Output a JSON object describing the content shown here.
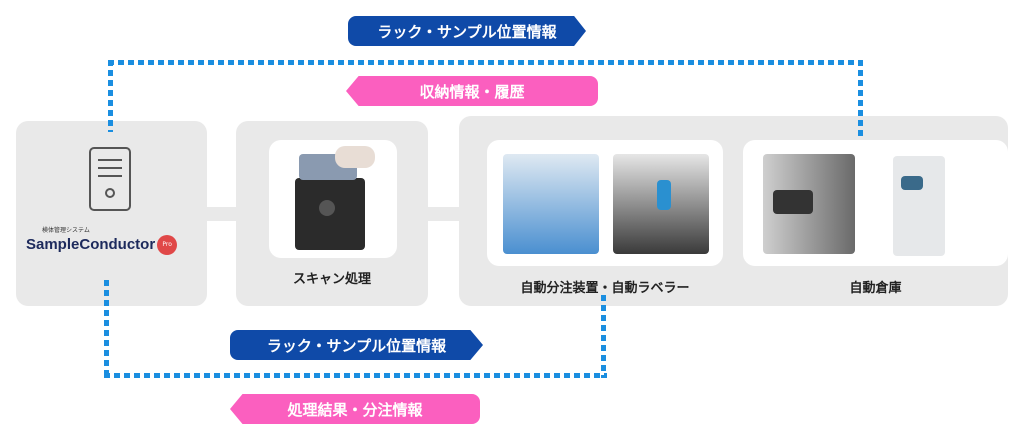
{
  "flows": {
    "top_request": "ラック・サンプル位置情報",
    "top_response": "収納情報・履歴",
    "bottom_request": "ラック・サンプル位置情報",
    "bottom_response": "処理結果・分注情報"
  },
  "nodes": {
    "system": {
      "logo_text": "SampleConductor",
      "logo_badge": "Pro",
      "logo_subtitle": "検体管理システム"
    },
    "scan": {
      "label": "スキャン処理"
    },
    "dispenser": {
      "label": "自動分注装置・自動ラベラー"
    },
    "storage": {
      "label": "自動倉庫"
    }
  },
  "colors": {
    "blue": "#0f4aa8",
    "pink": "#fb5fbf",
    "dotted_line": "#1a8ee0",
    "panel": "#e9e9e9"
  }
}
